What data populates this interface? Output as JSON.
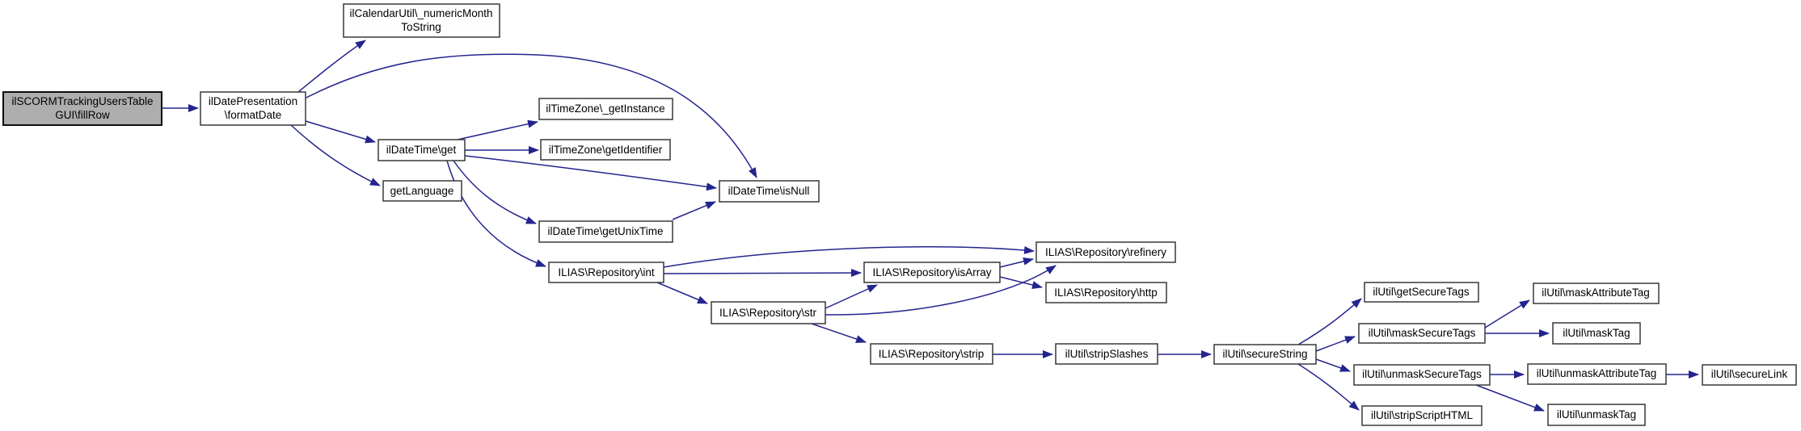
{
  "graph": {
    "title": "call-graph",
    "background_color": "#ffffff",
    "edge_color": "#24248f",
    "node_fill": "#fefefe",
    "node_border_color": "#383838",
    "highlight_node_fill": "#aeaeae",
    "nodes": [
      {
        "id": "fillrow",
        "highlighted": true,
        "lines": [
          "ilSCORMTrackingUsersTable",
          "GUI\\fillRow"
        ]
      },
      {
        "id": "formatdate",
        "highlighted": false,
        "lines": [
          "ilDatePresentation",
          "\\formatDate"
        ]
      },
      {
        "id": "numericmonthtostring",
        "highlighted": false,
        "lines": [
          "ilCalendarUtil\\_numericMonth",
          "ToString"
        ]
      },
      {
        "id": "datetime-get",
        "highlighted": false,
        "lines": [
          "ilDateTime\\get"
        ]
      },
      {
        "id": "getlanguage",
        "highlighted": false,
        "lines": [
          "getLanguage"
        ]
      },
      {
        "id": "timezone-getinstance",
        "highlighted": false,
        "lines": [
          "ilTimeZone\\_getInstance"
        ]
      },
      {
        "id": "timezone-getidentifier",
        "highlighted": false,
        "lines": [
          "ilTimeZone\\getIdentifier"
        ]
      },
      {
        "id": "datetime-isnull",
        "highlighted": false,
        "lines": [
          "ilDateTime\\isNull"
        ]
      },
      {
        "id": "datetime-getunixtime",
        "highlighted": false,
        "lines": [
          "ilDateTime\\getUnixTime"
        ]
      },
      {
        "id": "repo-int",
        "highlighted": false,
        "lines": [
          "ILIAS\\Repository\\int"
        ]
      },
      {
        "id": "repo-str",
        "highlighted": false,
        "lines": [
          "ILIAS\\Repository\\str"
        ]
      },
      {
        "id": "repo-isarray",
        "highlighted": false,
        "lines": [
          "ILIAS\\Repository\\isArray"
        ]
      },
      {
        "id": "repo-refinery",
        "highlighted": false,
        "lines": [
          "ILIAS\\Repository\\refinery"
        ]
      },
      {
        "id": "repo-http",
        "highlighted": false,
        "lines": [
          "ILIAS\\Repository\\http"
        ]
      },
      {
        "id": "repo-strip",
        "highlighted": false,
        "lines": [
          "ILIAS\\Repository\\strip"
        ]
      },
      {
        "id": "stripslashes",
        "highlighted": false,
        "lines": [
          "ilUtil\\stripSlashes"
        ]
      },
      {
        "id": "securestring",
        "highlighted": false,
        "lines": [
          "ilUtil\\secureString"
        ]
      },
      {
        "id": "getsecuretags",
        "highlighted": false,
        "lines": [
          "ilUtil\\getSecureTags"
        ]
      },
      {
        "id": "masksecuretags",
        "highlighted": false,
        "lines": [
          "ilUtil\\maskSecureTags"
        ]
      },
      {
        "id": "unmasksecuretags",
        "highlighted": false,
        "lines": [
          "ilUtil\\unmaskSecureTags"
        ]
      },
      {
        "id": "stripscripthtml",
        "highlighted": false,
        "lines": [
          "ilUtil\\stripScriptHTML"
        ]
      },
      {
        "id": "maskattributetag",
        "highlighted": false,
        "lines": [
          "ilUtil\\maskAttributeTag"
        ]
      },
      {
        "id": "masktag",
        "highlighted": false,
        "lines": [
          "ilUtil\\maskTag"
        ]
      },
      {
        "id": "unmaskattributetag",
        "highlighted": false,
        "lines": [
          "ilUtil\\unmaskAttributeTag"
        ]
      },
      {
        "id": "securelink",
        "highlighted": false,
        "lines": [
          "ilUtil\\secureLink"
        ]
      },
      {
        "id": "unmasktag",
        "highlighted": false,
        "lines": [
          "ilUtil\\unmaskTag"
        ]
      }
    ],
    "edges": [
      {
        "from": "fillrow",
        "to": "formatdate"
      },
      {
        "from": "formatdate",
        "to": "numericmonthtostring"
      },
      {
        "from": "formatdate",
        "to": "datetime-isnull"
      },
      {
        "from": "formatdate",
        "to": "datetime-get"
      },
      {
        "from": "formatdate",
        "to": "getlanguage"
      },
      {
        "from": "datetime-get",
        "to": "timezone-getinstance"
      },
      {
        "from": "datetime-get",
        "to": "timezone-getidentifier"
      },
      {
        "from": "datetime-get",
        "to": "datetime-isnull"
      },
      {
        "from": "datetime-get",
        "to": "datetime-getunixtime"
      },
      {
        "from": "datetime-get",
        "to": "repo-int"
      },
      {
        "from": "datetime-getunixtime",
        "to": "datetime-isnull"
      },
      {
        "from": "repo-int",
        "to": "repo-refinery"
      },
      {
        "from": "repo-int",
        "to": "repo-isarray"
      },
      {
        "from": "repo-int",
        "to": "repo-str"
      },
      {
        "from": "repo-str",
        "to": "repo-isarray"
      },
      {
        "from": "repo-str",
        "to": "repo-refinery"
      },
      {
        "from": "repo-str",
        "to": "repo-strip"
      },
      {
        "from": "repo-isarray",
        "to": "repo-refinery"
      },
      {
        "from": "repo-isarray",
        "to": "repo-http"
      },
      {
        "from": "repo-strip",
        "to": "stripslashes"
      },
      {
        "from": "stripslashes",
        "to": "securestring"
      },
      {
        "from": "securestring",
        "to": "getsecuretags"
      },
      {
        "from": "securestring",
        "to": "masksecuretags"
      },
      {
        "from": "securestring",
        "to": "unmasksecuretags"
      },
      {
        "from": "securestring",
        "to": "stripscripthtml"
      },
      {
        "from": "masksecuretags",
        "to": "maskattributetag"
      },
      {
        "from": "masksecuretags",
        "to": "masktag"
      },
      {
        "from": "unmasksecuretags",
        "to": "unmaskattributetag"
      },
      {
        "from": "unmasksecuretags",
        "to": "unmasktag"
      },
      {
        "from": "unmaskattributetag",
        "to": "securelink"
      }
    ]
  }
}
